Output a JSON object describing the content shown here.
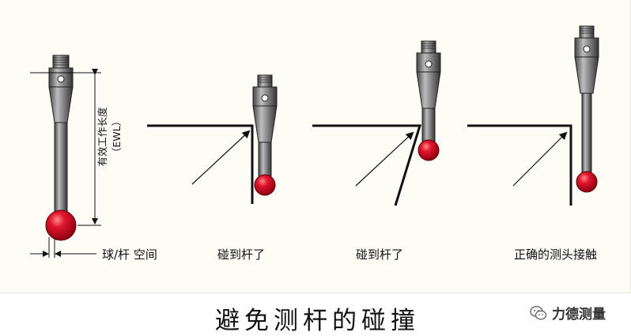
{
  "labels": {
    "ewl_line1": "有效工作长度",
    "ewl_line2": "（EWL）",
    "ball_stem": "球/杆 空间",
    "case2": "碰到杆了",
    "case3": "碰到杆了",
    "case4": "正确的测头接触"
  },
  "title": "避免测杆的碰撞",
  "brand": {
    "name": "力德测量",
    "icon": "wechat-icon"
  },
  "colors": {
    "ball": "#d8102a",
    "background": "#fdfdf6",
    "line": "#111111"
  }
}
